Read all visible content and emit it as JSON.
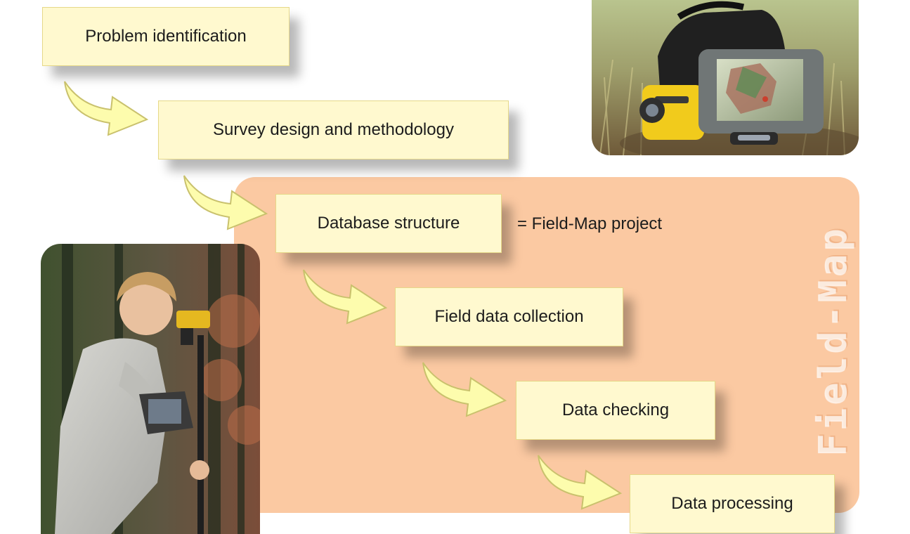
{
  "steps": [
    {
      "label": "Problem identification"
    },
    {
      "label": "Survey design and methodology"
    },
    {
      "label": "Database structure"
    },
    {
      "label": "Field data collection"
    },
    {
      "label": "Data checking"
    },
    {
      "label": "Data processing"
    }
  ],
  "note": "= Field-Map project",
  "panel_title": "Field-Map",
  "colors": {
    "panel": "#fbc9a2",
    "box_fill": "#fff9cf",
    "arrow_fill": "#fdfcad",
    "arrow_stroke": "#c9c16d"
  }
}
